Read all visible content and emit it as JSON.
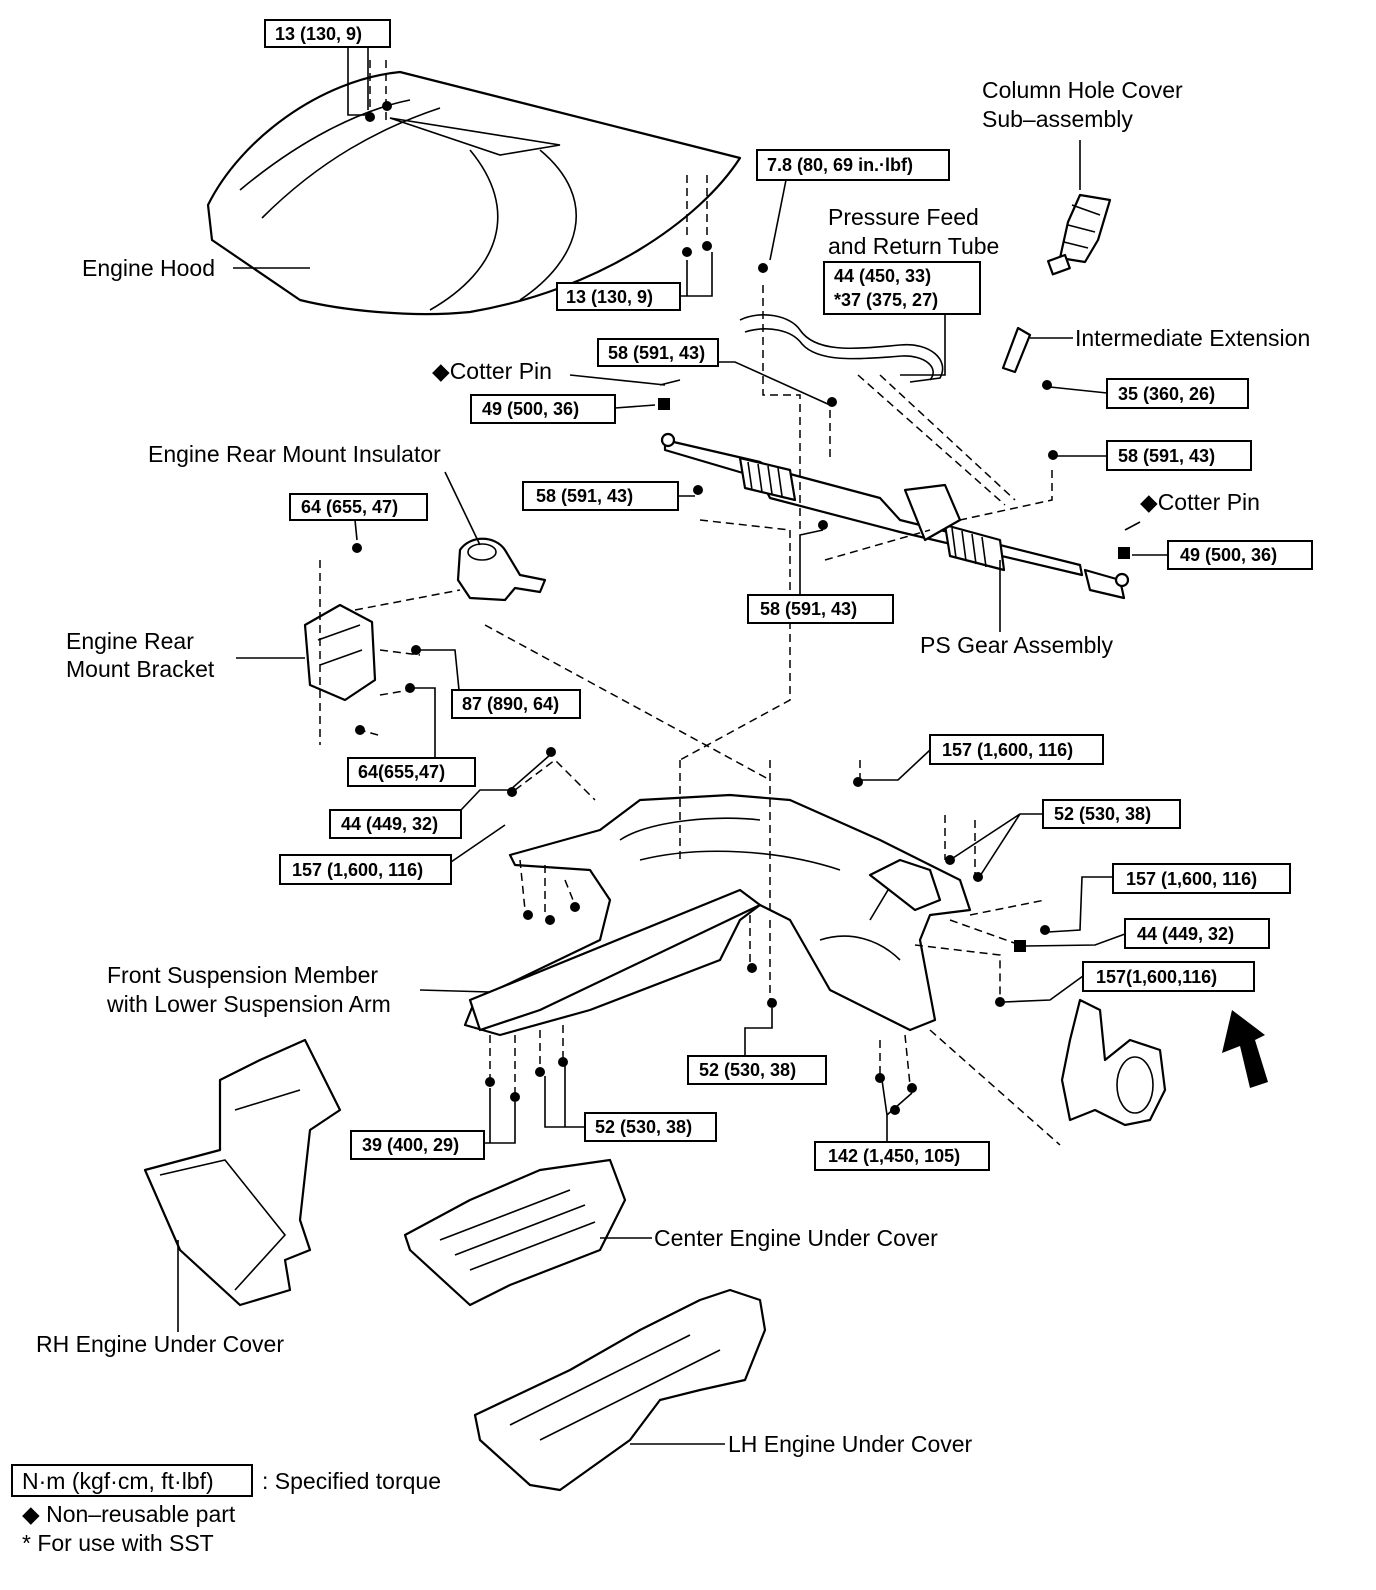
{
  "labels": {
    "engine_hood": "Engine Hood",
    "column_hole_cover_1": "Column Hole Cover",
    "column_hole_cover_2": "Sub–assembly",
    "pressure_feed_1": "Pressure Feed",
    "pressure_feed_2": "and Return Tube",
    "intermediate_extension": "Intermediate Extension",
    "cotter_pin_left": "◆Cotter Pin",
    "cotter_pin_right": "◆Cotter Pin",
    "engine_rear_mount_insulator": "Engine Rear Mount Insulator",
    "engine_rear_mount_bracket_1": "Engine Rear",
    "engine_rear_mount_bracket_2": "Mount Bracket",
    "ps_gear_assembly": "PS Gear Assembly",
    "front_suspension_member_1": "Front Suspension Member",
    "front_suspension_member_2": "with Lower Suspension Arm",
    "center_engine_under_cover": "Center Engine Under Cover",
    "rh_engine_under_cover": "RH Engine Under Cover",
    "lh_engine_under_cover": "LH Engine Under Cover"
  },
  "torques": {
    "t_hood_top": "13 (130, 9)",
    "t_hood_side": "13 (130, 9)",
    "t_7_8": "7.8 (80, 69 in.·lbf)",
    "t_pressure_1": "44 (450, 33)",
    "t_pressure_2": "*37 (375, 27)",
    "t_58_a": "58 (591, 43)",
    "t_35": "35 (360, 26)",
    "t_49_left": "49 (500, 36)",
    "t_58_right": "58 (591, 43)",
    "t_58_left": "58 (591, 43)",
    "t_49_right": "49 (500, 36)",
    "t_58_bottom": "58 (591, 43)",
    "t_64_top": "64 (655, 47)",
    "t_87": "87 (890, 64)",
    "t_64_bottom": "64(655,47)",
    "t_157_top": "157 (1,600, 116)",
    "t_44_left": "44 (449, 32)",
    "t_52_right": "52 (530, 38)",
    "t_157_left": "157 (1,600, 116)",
    "t_157_right": "157 (1,600, 116)",
    "t_44_right": "44 (449, 32)",
    "t_157_right2": "157(1,600,116)",
    "t_52_center": "52 (530, 38)",
    "t_39": "39 (400, 29)",
    "t_52_bottom": "52 (530, 38)",
    "t_142": "142 (1,450, 105)"
  },
  "legend": {
    "unit_box": "N·m (kgf·cm, ft·lbf)",
    "unit_desc": ": Specified torque",
    "non_reusable": "◆ Non–reusable part",
    "sst": "* For use with SST"
  }
}
